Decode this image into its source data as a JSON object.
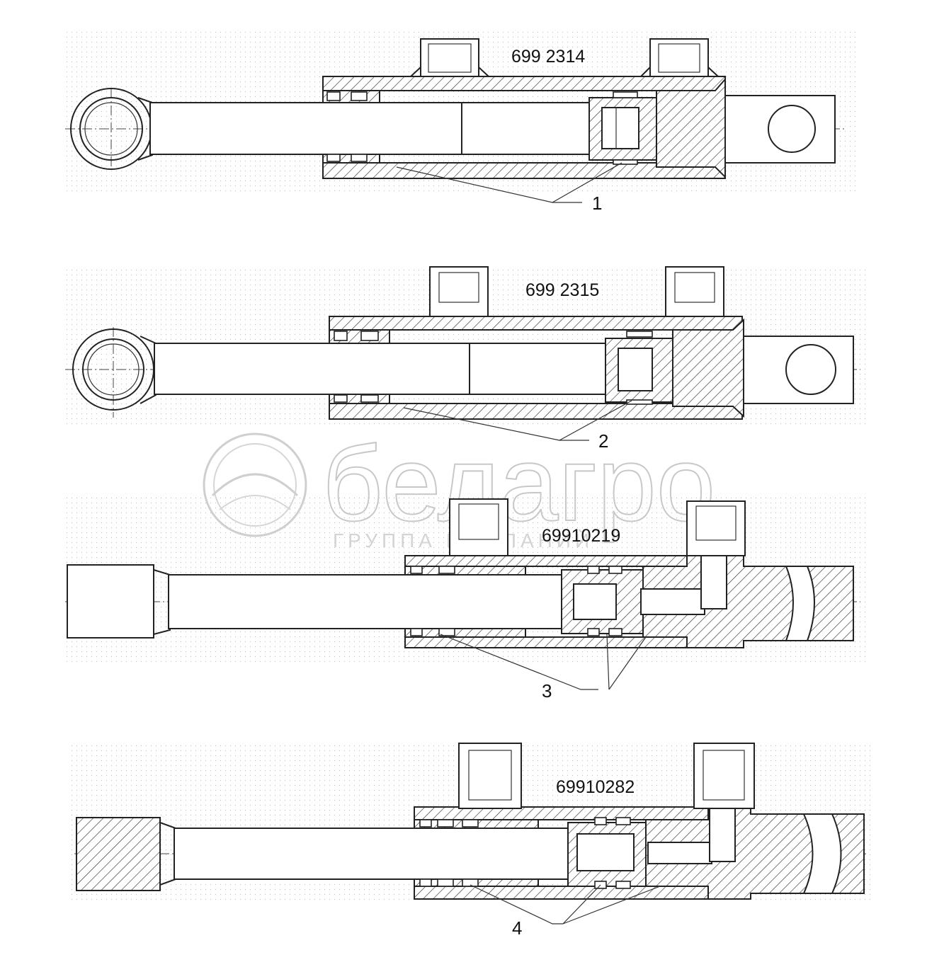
{
  "drawing": {
    "assemblies": [
      {
        "id": "a1",
        "label": "699 2314",
        "callout": "1"
      },
      {
        "id": "a2",
        "label": "699 2315",
        "callout": "2"
      },
      {
        "id": "a3",
        "label": "69910219",
        "callout": "3"
      },
      {
        "id": "a4",
        "label": "69910282",
        "callout": "4"
      }
    ]
  },
  "watermark": {
    "brand": "белагро",
    "subtitle": "ГРУППА КОМПАНИЙ"
  },
  "colors": {
    "line": "#222222",
    "watermark": "#c8c8c8",
    "background": "#ffffff"
  }
}
